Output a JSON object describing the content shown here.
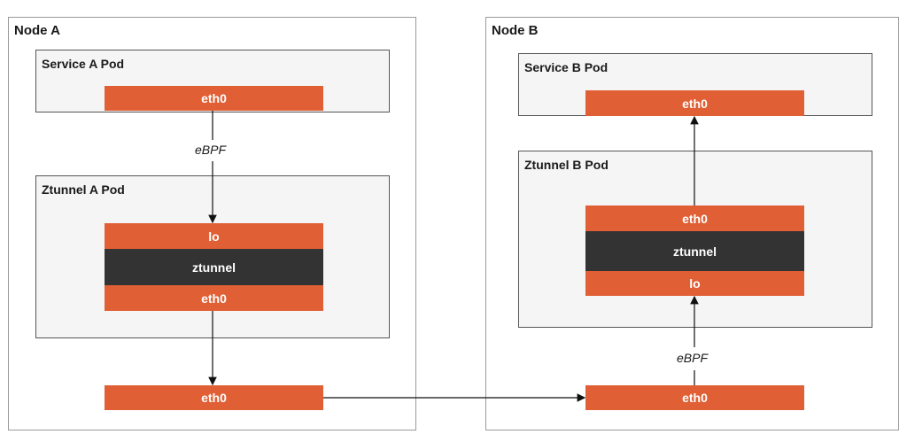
{
  "nodes": {
    "a": {
      "title": "Node A",
      "service_pod": {
        "title": "Service A Pod",
        "interface": "eth0"
      },
      "ztunnel_pod": {
        "title": "Ztunnel A Pod",
        "stack": {
          "top": "lo",
          "middle": "ztunnel",
          "bottom": "eth0"
        }
      },
      "node_interface": "eth0"
    },
    "b": {
      "title": "Node B",
      "service_pod": {
        "title": "Service B Pod",
        "interface": "eth0"
      },
      "ztunnel_pod": {
        "title": "Ztunnel B Pod",
        "stack": {
          "top": "eth0",
          "middle": "ztunnel",
          "bottom": "lo"
        }
      },
      "node_interface": "eth0"
    }
  },
  "edge_labels": {
    "a_ebpf": "eBPF",
    "b_ebpf": "eBPF"
  },
  "colors": {
    "interface": "#e05f35",
    "process": "#333333",
    "pod_fill": "#f5f5f5",
    "node_border": "#9a9a9a",
    "arrow": "#111111"
  }
}
